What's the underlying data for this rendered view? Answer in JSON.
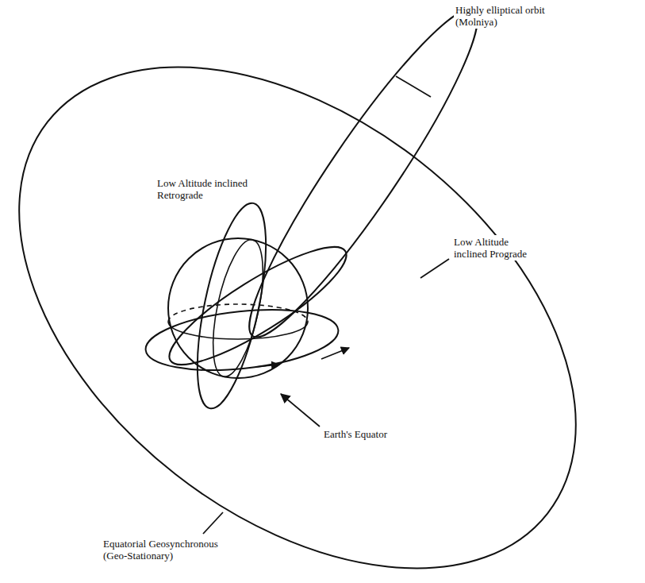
{
  "diagram": {
    "labels": [
      "Highly elliptical orbit (Molniya)",
      "Low Altitude inclined Retrograde",
      "Low Altitude inclined Prograde",
      "Earth's Equator",
      "Equatorial Geosynchronous (Geo-Stationary)"
    ]
  }
}
